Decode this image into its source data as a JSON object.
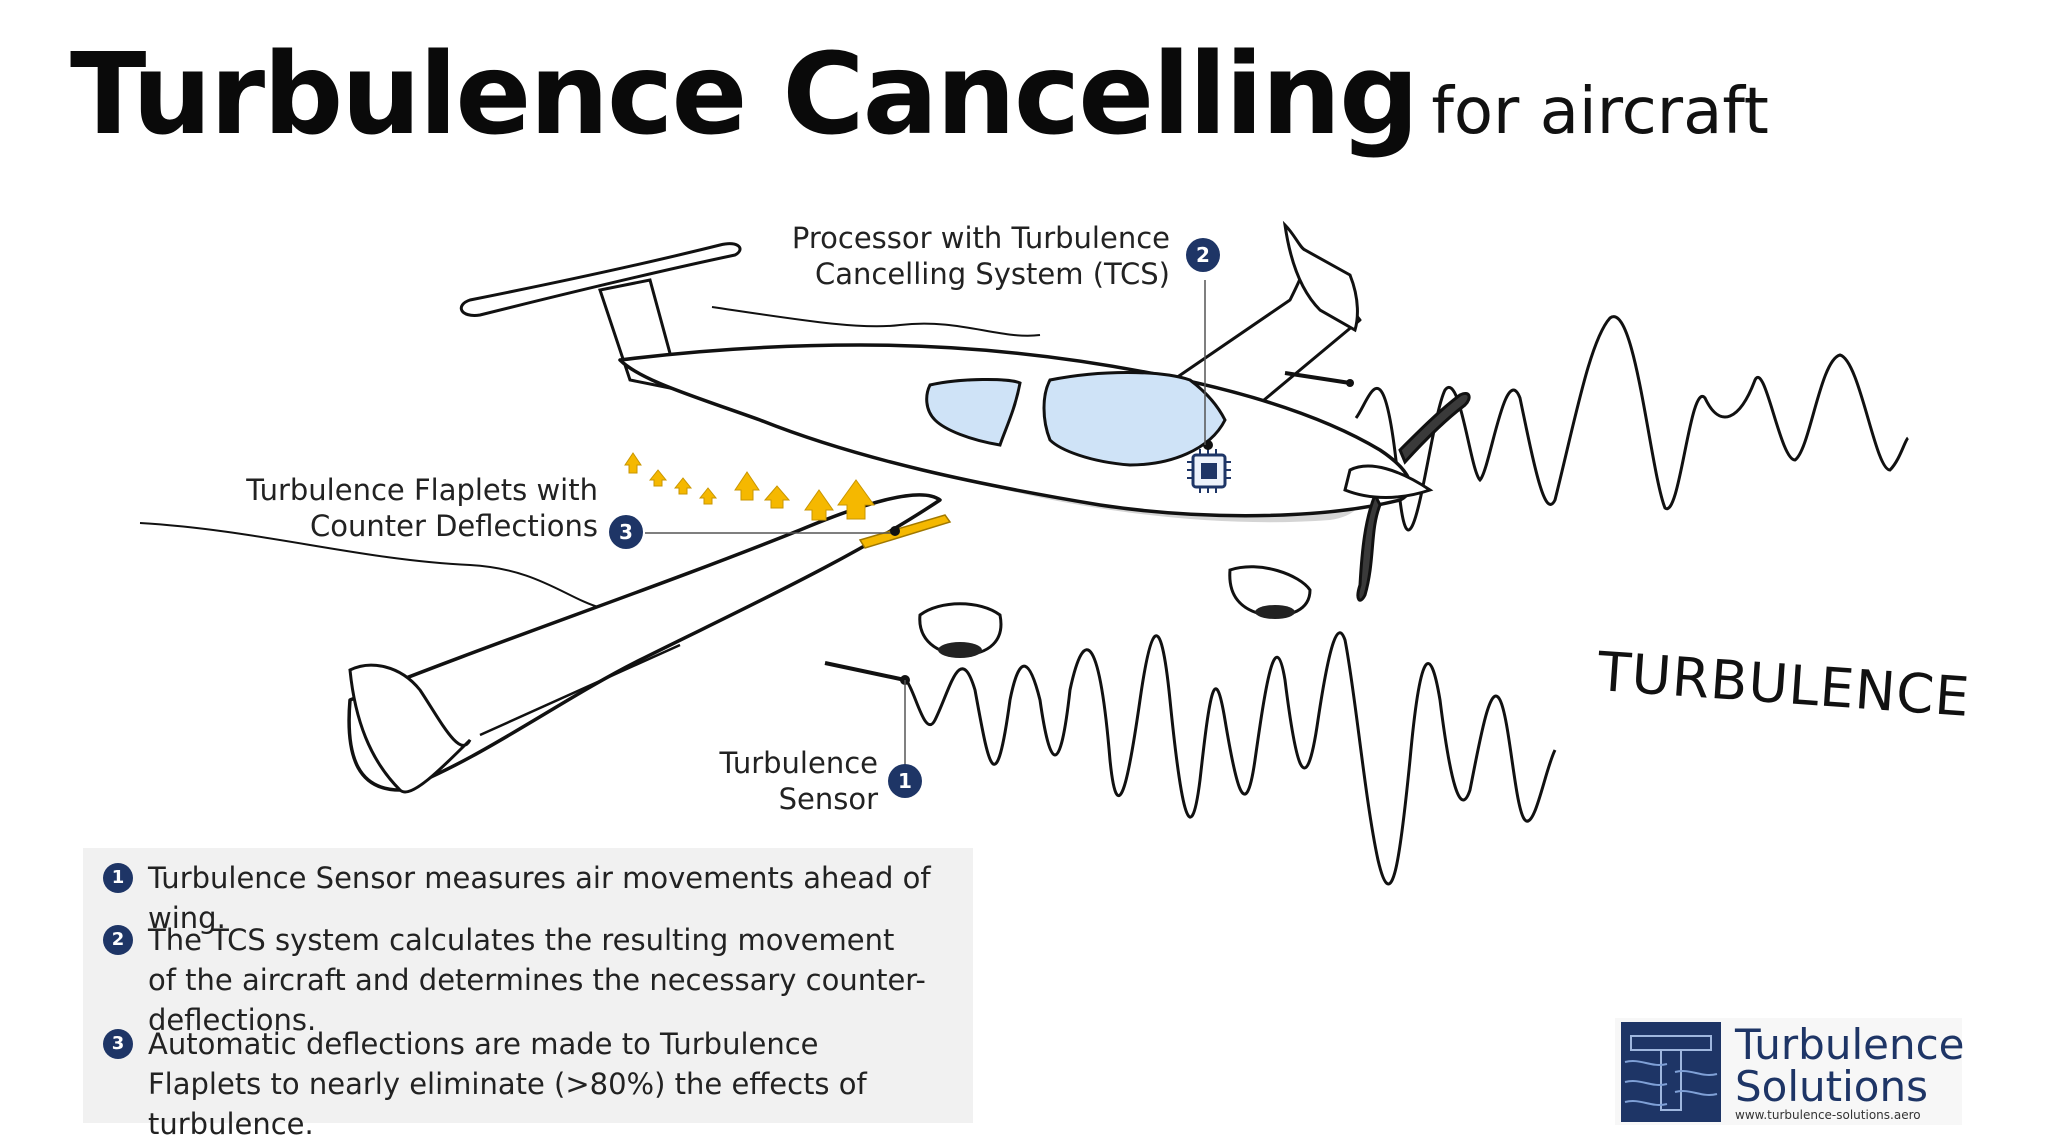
{
  "title": {
    "main": "Turbulence Cancelling",
    "sub": "for aircraft"
  },
  "callouts": {
    "processor": {
      "number": "2",
      "line1": "Processor with Turbulence",
      "line2": "Cancelling System (TCS)"
    },
    "flaplets": {
      "number": "3",
      "line1": "Turbulence Flaplets with",
      "line2": "Counter Deflections"
    },
    "sensor": {
      "number": "1",
      "line1": "Turbulence",
      "line2": "Sensor"
    }
  },
  "turbulence_label": "TURBULENCE",
  "steps": [
    {
      "number": "1",
      "text": "Turbulence Sensor measures air movements ahead of wing."
    },
    {
      "number": "2",
      "text": "The TCS system calculates the resulting movement of the aircraft and determines the necessary counter-deflections."
    },
    {
      "number": "3",
      "text": "Automatic deflections are made to Turbulence Flaplets to nearly eliminate (>80%) the effects of turbulence."
    }
  ],
  "logo": {
    "line1": "Turbulence",
    "line2": "Solutions",
    "url": "www.turbulence-solutions.aero"
  },
  "colors": {
    "badge": "#1e3566",
    "flaplet": "#f5b800",
    "canopy": "#cfe3f7",
    "shadow": "#d4d4d4",
    "steps_bg": "#f1f1f1"
  },
  "icons": [
    "chip-icon",
    "propeller-icon",
    "arrow-up-icon"
  ]
}
